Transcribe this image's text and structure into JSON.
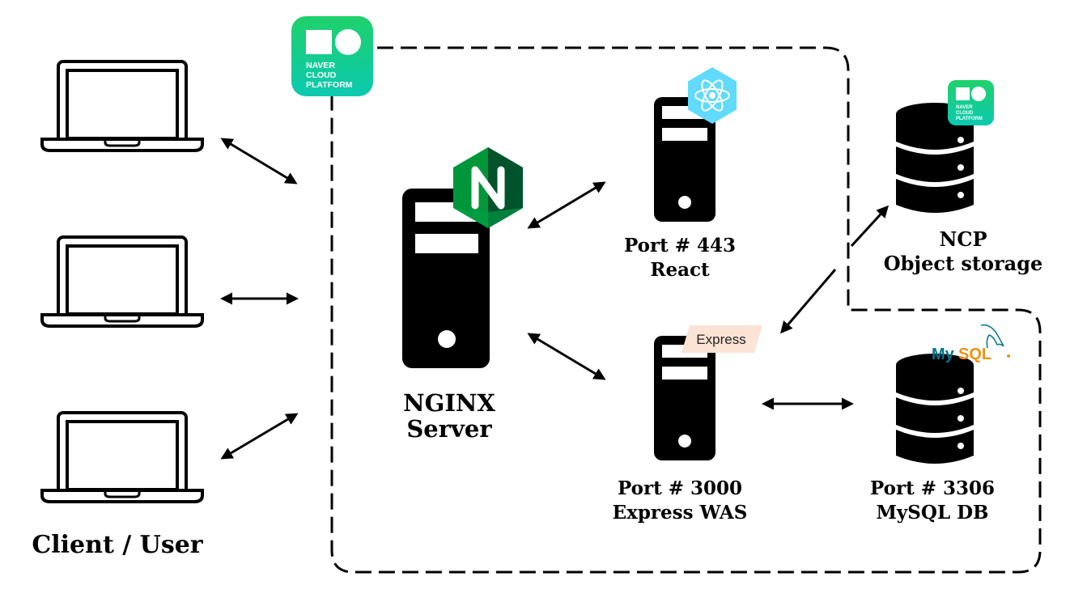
{
  "diagram": {
    "title": "Service architecture",
    "colors": {
      "ncp_green_top": "#1FD16B",
      "ncp_green_bottom": "#0BC9B0",
      "nginx_green_light": "#009639",
      "nginx_green_dark": "#00532B",
      "react_blue": "#61DAFB",
      "express_tag": "#FBE3D5",
      "mysql_blue": "#00758F",
      "mysql_orange": "#F29111"
    },
    "clients": {
      "label": "Client / User",
      "count": 3,
      "icon": "laptop-icon"
    },
    "cloud_boundary": {
      "provider_logo": "ncp-logo",
      "logo_lines": [
        "NAVER",
        "CLOUD",
        "PLATFORM"
      ]
    },
    "nodes": {
      "nginx": {
        "lines": [
          "NGINX",
          "Server"
        ],
        "icon": "server-icon",
        "badge": "nginx-logo",
        "badge_letter": "N"
      },
      "react": {
        "lines": [
          "Port # 443",
          "React"
        ],
        "icon": "server-icon",
        "badge": "react-logo"
      },
      "express": {
        "lines": [
          "Port # 3000",
          "Express WAS"
        ],
        "icon": "server-icon",
        "badge": "express-tag",
        "badge_text": "Express"
      },
      "mysql": {
        "lines": [
          "Port # 3306",
          "MySQL DB"
        ],
        "icon": "database-icon",
        "badge": "mysql-logo",
        "badge_text_my": "My",
        "badge_text_sql": "SQL"
      },
      "object_storage": {
        "lines": [
          "NCP",
          "Object storage"
        ],
        "icon": "database-icon",
        "badge": "ncp-logo",
        "logo_lines": [
          "NAVER",
          "CLOUD",
          "PLATFORM"
        ]
      }
    },
    "connections": [
      {
        "from": "client-1",
        "to": "nginx",
        "type": "bidirectional"
      },
      {
        "from": "client-2",
        "to": "nginx",
        "type": "bidirectional"
      },
      {
        "from": "client-3",
        "to": "nginx",
        "type": "bidirectional"
      },
      {
        "from": "nginx",
        "to": "react",
        "type": "bidirectional"
      },
      {
        "from": "nginx",
        "to": "express",
        "type": "bidirectional"
      },
      {
        "from": "express",
        "to": "mysql",
        "type": "bidirectional"
      },
      {
        "from": "express",
        "to": "object_storage",
        "type": "two one-way arrows"
      }
    ]
  }
}
